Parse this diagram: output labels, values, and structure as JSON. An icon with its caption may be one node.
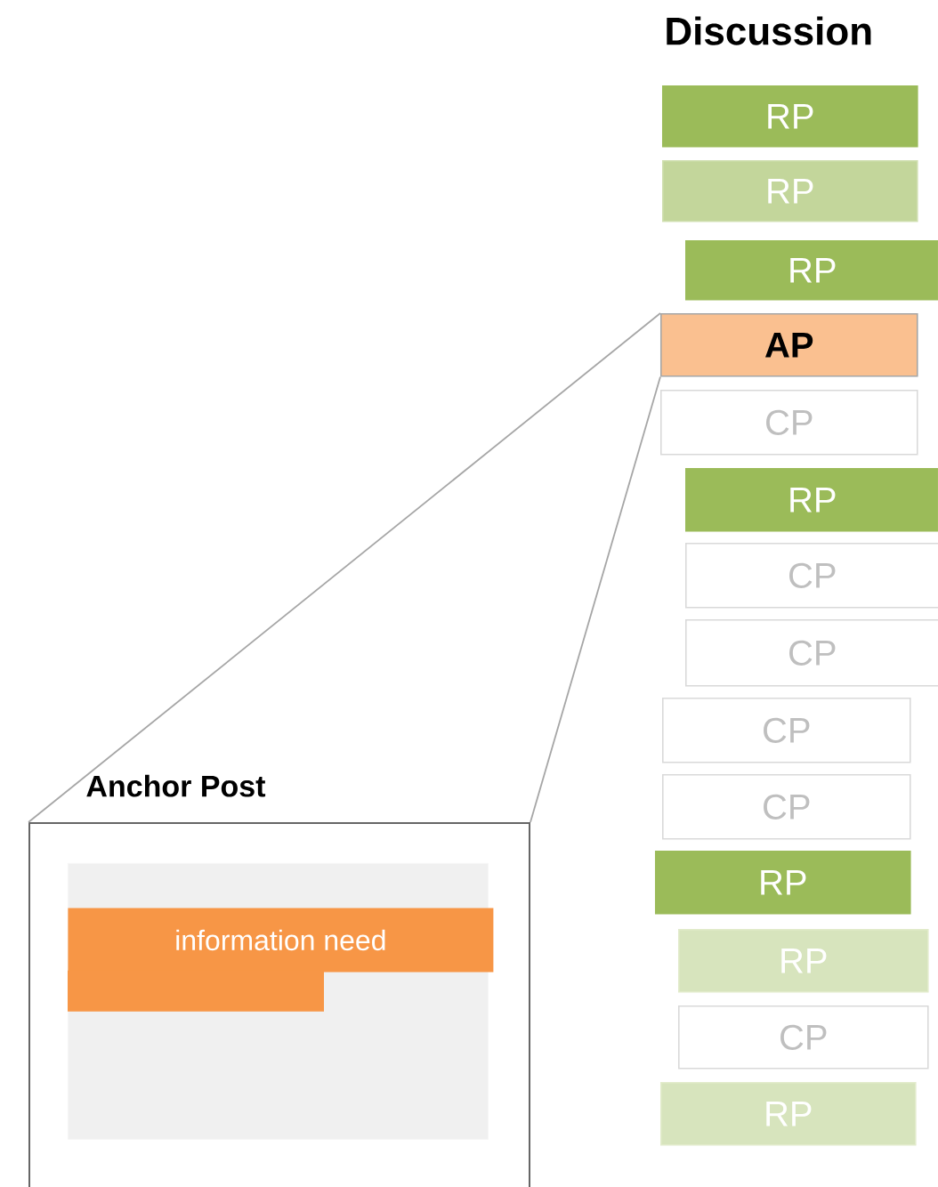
{
  "diagram": {
    "title": "Discussion",
    "nodes": [
      {
        "text": [
          "RP"
        ]
      },
      {
        "text": [
          "RP"
        ]
      },
      {
        "text": [
          "RP"
        ]
      },
      {
        "text": [
          "AP"
        ]
      },
      {
        "text": [
          "CP"
        ]
      },
      {
        "text": [
          "RP"
        ]
      },
      {
        "text": [
          "CP"
        ]
      },
      {
        "text": [
          "CP"
        ]
      },
      {
        "text": [
          "CP"
        ]
      },
      {
        "text": [
          "CP"
        ]
      },
      {
        "text": [
          "RP"
        ]
      },
      {
        "text": [
          "RP"
        ]
      },
      {
        "text": [
          "CP"
        ]
      },
      {
        "text": [
          "RP"
        ]
      },
      {
        "text": [
          "Anchor Post"
        ]
      },
      {
        "text": [],
        "shape": "box",
        "in": 14
      },
      {
        "text": [
          "information need"
        ],
        "in": 15
      }
    ],
    "edges": [
      {
        "from": 3,
        "to": 14,
        "arrow": "none"
      },
      {
        "from": 3,
        "to": 14,
        "arrow": "none"
      }
    ]
  }
}
